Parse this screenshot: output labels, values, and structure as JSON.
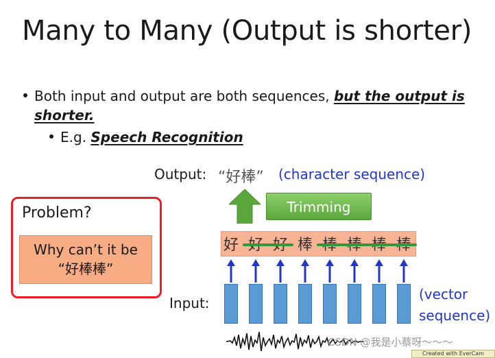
{
  "slide": {
    "title": "Many to Many (Output is shorter)",
    "bullet1_plain": "Both input and output are both sequences, ",
    "bullet1_emphasis": "but the output is shorter.",
    "bullet2_plain": "E.g. ",
    "bullet2_emphasis": "Speech Recognition"
  },
  "diagram": {
    "output_label": "Output:",
    "output_value": "“好棒”",
    "output_note": "(character sequence)",
    "trimming_label": "Trimming",
    "characters": [
      "好",
      "好",
      "好",
      "棒",
      "棒",
      "棒",
      "棒",
      "棒"
    ],
    "input_label": "Input:",
    "input_note_line1": "(vector",
    "input_note_line2": "sequence)"
  },
  "problem": {
    "label": "Problem?",
    "question_line1": "Why can’t it be",
    "question_line2": "“好棒棒”"
  },
  "watermark": "CSDN @我是小蔡呀～～～",
  "evercam": "Created with EverCam",
  "colors": {
    "trim_green": "#5aa83b",
    "vector_blue": "#5b9bd5",
    "char_box": "#f8b494",
    "problem_red": "#ee1c24",
    "note_blue": "#1f36c6"
  }
}
